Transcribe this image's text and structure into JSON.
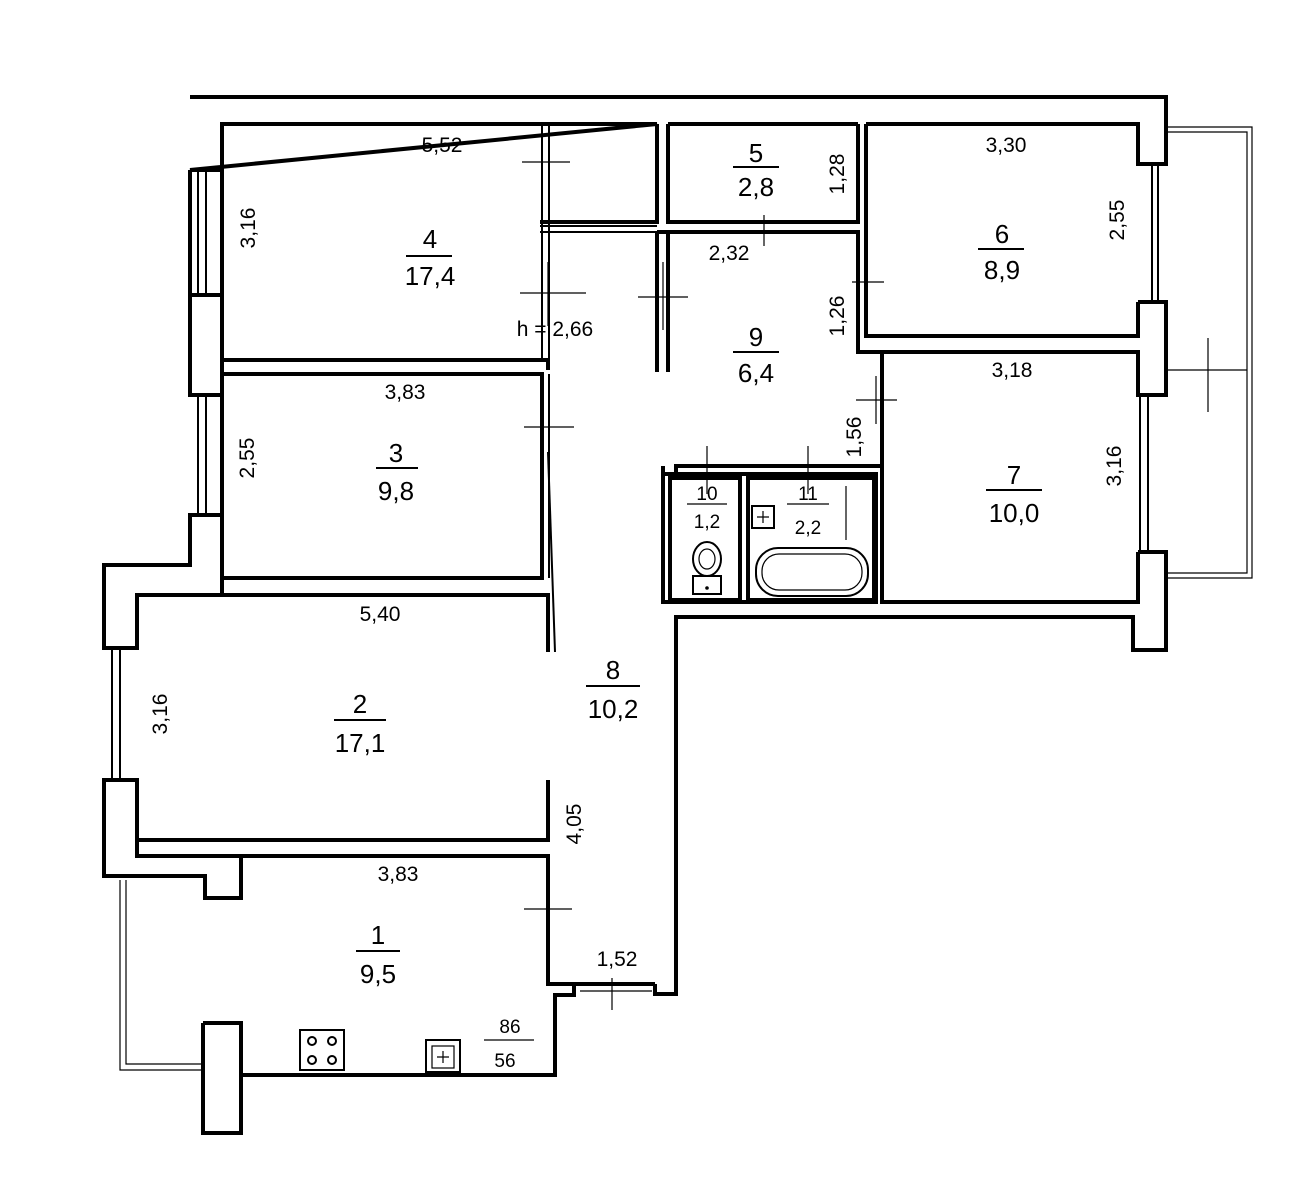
{
  "plan": {
    "ceiling_height": "h = 2,66",
    "rooms": [
      {
        "id": "room-1",
        "number": "1",
        "area": "9,5"
      },
      {
        "id": "room-2",
        "number": "2",
        "area": "17,1"
      },
      {
        "id": "room-3",
        "number": "3",
        "area": "9,8"
      },
      {
        "id": "room-4",
        "number": "4",
        "area": "17,4"
      },
      {
        "id": "room-5",
        "number": "5",
        "area": "2,8"
      },
      {
        "id": "room-6",
        "number": "6",
        "area": "8,9"
      },
      {
        "id": "room-7",
        "number": "7",
        "area": "10,0"
      },
      {
        "id": "room-8",
        "number": "8",
        "area": "10,2"
      },
      {
        "id": "room-9",
        "number": "9",
        "area": "6,4"
      },
      {
        "id": "room-10",
        "number": "10",
        "area": "1,2"
      },
      {
        "id": "room-11",
        "number": "11",
        "area": "2,2"
      }
    ],
    "dimensions": {
      "r4_width": "5,52",
      "r4_height": "3,16",
      "r5_height": "1,28",
      "r6_width": "3,30",
      "r6_height": "2,55",
      "r9_width": "2,32",
      "r9_height": "1,26",
      "r7_width": "3,18",
      "r7_height": "3,16",
      "corridor_1": "1,56",
      "r3_width": "3,83",
      "r3_height": "2,55",
      "r2_width": "5,40",
      "r2_height": "3,16",
      "r1_width": "3,83",
      "hall_length": "4,05",
      "hall_width": "1,52"
    },
    "kitchen_note": {
      "top": "86",
      "bottom": "56"
    }
  }
}
